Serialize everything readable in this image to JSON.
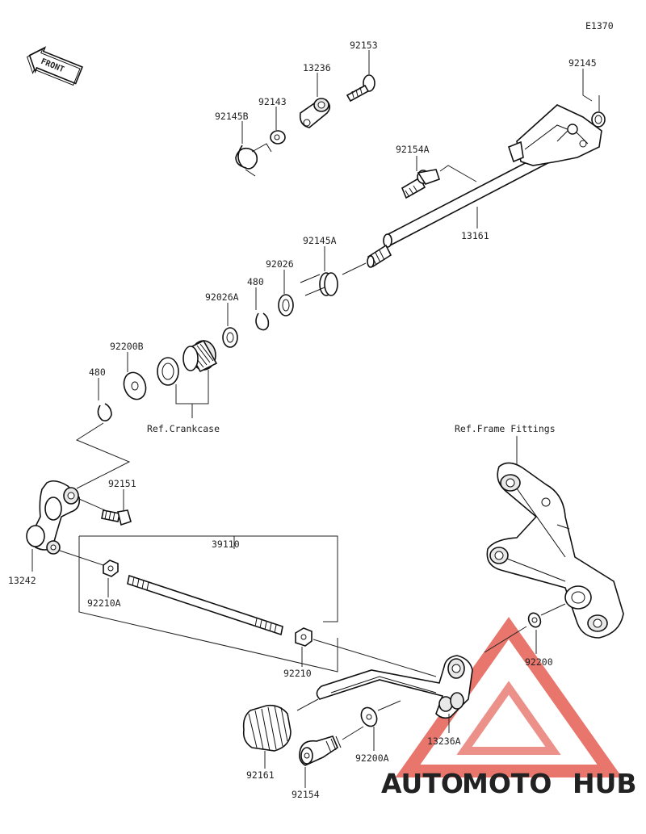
{
  "diagram_code": "E1370",
  "front_label": "FRONT",
  "watermark": {
    "auto": "AUTO",
    "moto": "MOTO",
    "hub": "HUB",
    "color_red": "#e0483c",
    "color_orange": "#f2a63a",
    "color_grey": "#5a5a5a"
  },
  "parts": [
    {
      "id": "p-92153",
      "label": "92153"
    },
    {
      "id": "p-13236",
      "label": "13236"
    },
    {
      "id": "p-92143",
      "label": "92143"
    },
    {
      "id": "p-92145B",
      "label": "92145B"
    },
    {
      "id": "p-92145",
      "label": "92145"
    },
    {
      "id": "p-92154A",
      "label": "92154A"
    },
    {
      "id": "p-13161",
      "label": "13161"
    },
    {
      "id": "p-92145A",
      "label": "92145A"
    },
    {
      "id": "p-92026",
      "label": "92026"
    },
    {
      "id": "p-480a",
      "label": "480"
    },
    {
      "id": "p-92026A",
      "label": "92026A"
    },
    {
      "id": "p-92200B",
      "label": "92200B"
    },
    {
      "id": "p-480b",
      "label": "480"
    },
    {
      "id": "p-92151",
      "label": "92151"
    },
    {
      "id": "p-13242",
      "label": "13242"
    },
    {
      "id": "p-39110",
      "label": "39110"
    },
    {
      "id": "p-92210A",
      "label": "92210A"
    },
    {
      "id": "p-92210",
      "label": "92210"
    },
    {
      "id": "p-92200",
      "label": "92200"
    },
    {
      "id": "p-13236A",
      "label": "13236A"
    },
    {
      "id": "p-92161",
      "label": "92161"
    },
    {
      "id": "p-92154",
      "label": "92154"
    },
    {
      "id": "p-92200A",
      "label": "92200A"
    }
  ],
  "references": {
    "crankcase": "Ref.Crankcase",
    "frame_fittings": "Ref.Frame Fittings"
  }
}
